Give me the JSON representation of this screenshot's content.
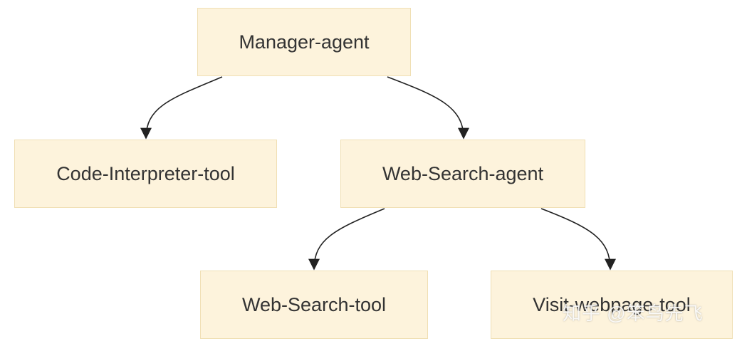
{
  "diagram": {
    "nodes": {
      "manager": "Manager-agent",
      "code_interpreter": "Code-Interpreter-tool",
      "web_search_agent": "Web-Search-agent",
      "web_search_tool": "Web-Search-tool",
      "visit_webpage": "Visit-webpage-tool"
    },
    "edges": [
      {
        "from": "Manager-agent",
        "to": "Code-Interpreter-tool"
      },
      {
        "from": "Manager-agent",
        "to": "Web-Search-agent"
      },
      {
        "from": "Web-Search-agent",
        "to": "Web-Search-tool"
      },
      {
        "from": "Web-Search-agent",
        "to": "Visit-webpage-tool"
      }
    ]
  },
  "watermark": "知乎 @笨鸟先飞",
  "colors": {
    "node_fill": "#fdf3dc",
    "node_border": "#f0dfb4",
    "edge": "#222222",
    "text": "#333333"
  }
}
